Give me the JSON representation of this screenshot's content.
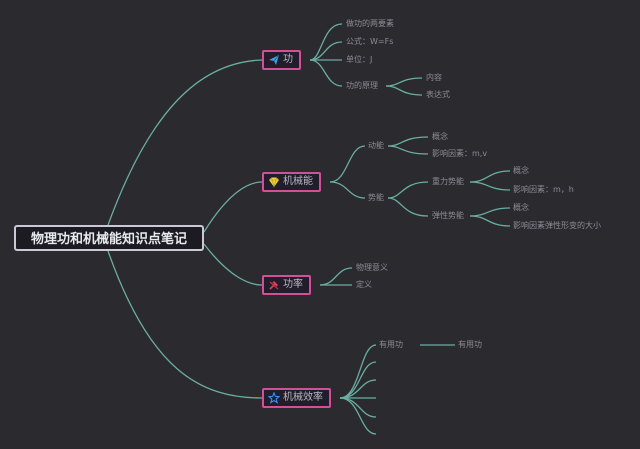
{
  "root": {
    "title": "物理功和机械能知识点笔记"
  },
  "branches": {
    "work": {
      "label": "功",
      "icon": "paper-plane-icon",
      "items": [
        "做功的两要素",
        "公式：W=Fs",
        "单位：J",
        "功的原理"
      ],
      "principle_children": [
        "内容",
        "表达式"
      ]
    },
    "energy": {
      "label": "机械能",
      "icon": "diamond-icon",
      "kinetic": "动能",
      "kinetic_children": [
        "概念",
        "影响因素：m,v"
      ],
      "potential": "势能",
      "gravity": "重力势能",
      "gravity_children": [
        "概念",
        "影响因素：m，h"
      ],
      "elastic": "弹性势能",
      "elastic_children": [
        "概念",
        "影响因素弹性形变的大小"
      ]
    },
    "power": {
      "label": "功率",
      "icon": "hammer-icon",
      "items": [
        "物理意义",
        "定义"
      ]
    },
    "efficiency": {
      "label": "机械效率",
      "icon": "star-icon",
      "item": "有用功",
      "item_child": "有用功"
    }
  },
  "colors": {
    "background": "#2b2a2f",
    "line": "#6aaea2",
    "branch_border": "#d24f9a",
    "root_border": "#c9c9d6"
  }
}
